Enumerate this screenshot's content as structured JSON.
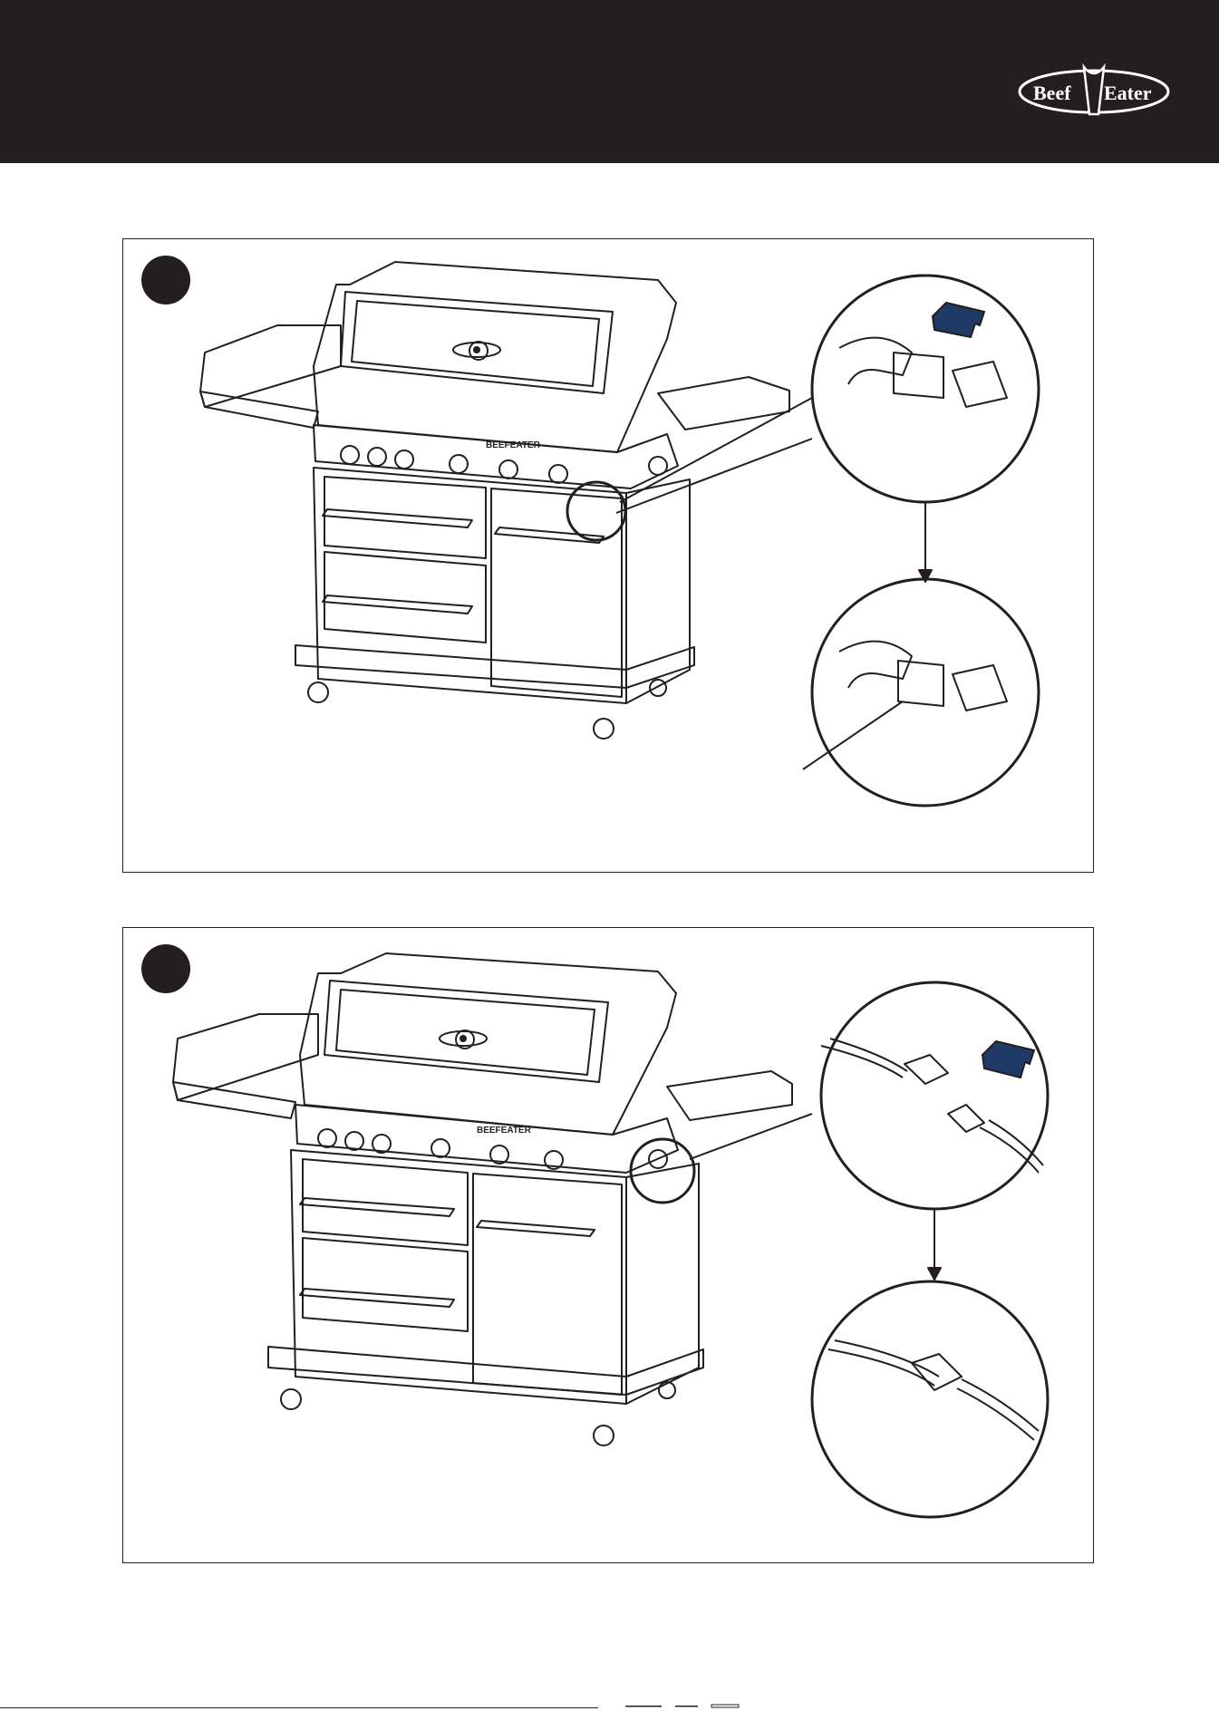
{
  "header": {
    "brand_left": "Beef",
    "brand_right": "Eater",
    "colors": {
      "bar": "#231f20",
      "logo_text": "#ffffff"
    }
  },
  "panels": [
    {
      "step_label": "",
      "grill_nameplate": "BEEFEATER",
      "detail": "gas-hose-fitting",
      "arrow_color": "#1f3a66"
    },
    {
      "step_label": "",
      "grill_nameplate": "BEEFEATER",
      "detail": "wire-connector",
      "arrow_color": "#1f3a66"
    }
  ]
}
